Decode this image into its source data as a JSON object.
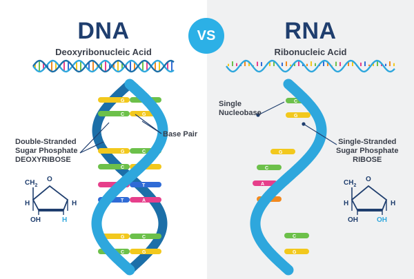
{
  "vs_label": "VS",
  "dna": {
    "title": "DNA",
    "subtitle": "Deoxyribonucleic Acid",
    "label_strand": [
      "Double-Stranded",
      "Sugar Phosphate",
      "DEOXYRIBOSE"
    ],
    "label_base_pair": "Base Pair",
    "bases": [
      [
        "G",
        "C"
      ],
      [
        "C",
        "G"
      ],
      [
        "G",
        "C"
      ],
      [
        "C",
        "G"
      ],
      [
        "A",
        "T"
      ],
      [
        "T",
        "A"
      ],
      [
        "G",
        "C"
      ],
      [
        "C",
        "G"
      ]
    ],
    "sugar": {
      "ch2": "CH",
      "sub": "2",
      "o": "O",
      "h_left": "H",
      "h_right": "H",
      "oh": "OH",
      "h_bottom": "H"
    }
  },
  "rna": {
    "title": "RNA",
    "subtitle": "Ribonucleic Acid",
    "label_nucleobase": [
      "Single",
      "Nucleobase"
    ],
    "label_strand": [
      "Single-Stranded",
      "Sugar Phosphate",
      "RIBOSE"
    ],
    "bases": [
      "C",
      "G",
      "G",
      "C",
      "A",
      "U",
      "C",
      "G"
    ],
    "sugar": {
      "ch2": "CH",
      "sub": "2",
      "o": "O",
      "h_left": "H",
      "h_right": "H",
      "oh": "OH",
      "oh_bottom": "OH"
    }
  },
  "colors": {
    "title": "#1f3e6e",
    "vs": "#2cb0e6",
    "strand": "#2ea7dd",
    "strand_dark": "#1c6fa8",
    "G": "#f2c81d",
    "C": "#6cc04a",
    "A": "#e63f8b",
    "T": "#2f6bd6",
    "U": "#f2891f"
  }
}
